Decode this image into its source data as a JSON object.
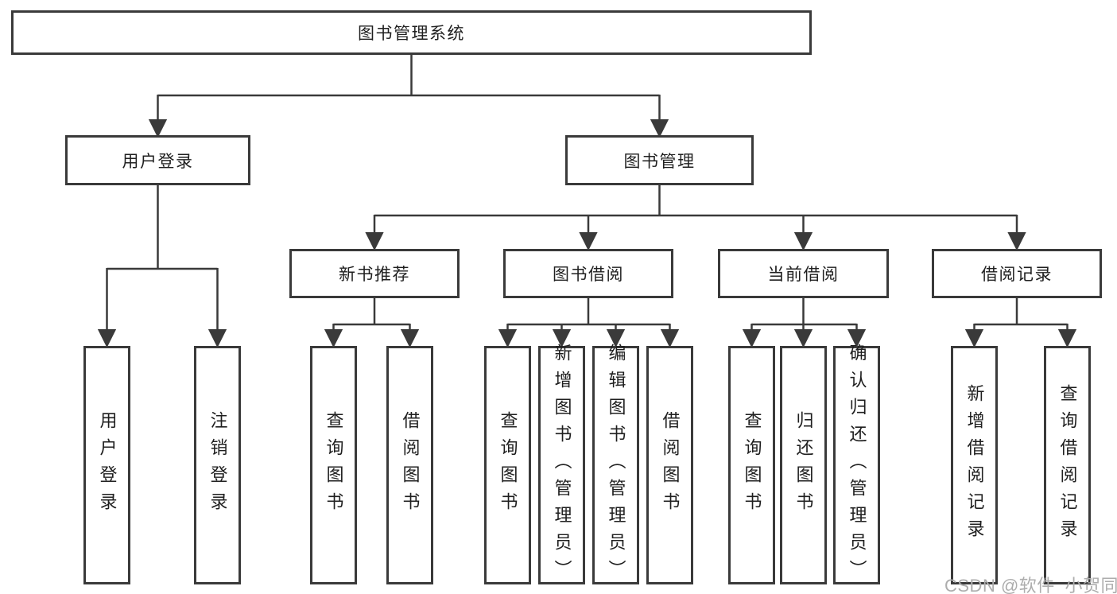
{
  "diagram": {
    "title": "图书管理系统",
    "tree": {
      "label": "图书管理系统",
      "children": [
        {
          "label": "用户登录",
          "children": [
            {
              "label": "用户登录"
            },
            {
              "label": "注销登录"
            }
          ]
        },
        {
          "label": "图书管理",
          "children": [
            {
              "label": "新书推荐",
              "children": [
                {
                  "label": "查询图书"
                },
                {
                  "label": "借阅图书"
                }
              ]
            },
            {
              "label": "图书借阅",
              "children": [
                {
                  "label": "查询图书"
                },
                {
                  "label": "新增图书（管理员）"
                },
                {
                  "label": "编辑图书（管理员）"
                },
                {
                  "label": "借阅图书"
                }
              ]
            },
            {
              "label": "当前借阅",
              "children": [
                {
                  "label": "查询图书"
                },
                {
                  "label": "归还图书"
                },
                {
                  "label": "确认归还（管理员）"
                }
              ]
            },
            {
              "label": "借阅记录",
              "children": [
                {
                  "label": "新增借阅记录"
                },
                {
                  "label": "查询借阅记录"
                }
              ]
            }
          ]
        }
      ]
    },
    "colors": {
      "line": "#3a3a3a",
      "text": "#1f1f1f",
      "background": "#ffffff",
      "watermark": "#adadad"
    }
  },
  "watermark": "CSDN @软件_小贺同学"
}
